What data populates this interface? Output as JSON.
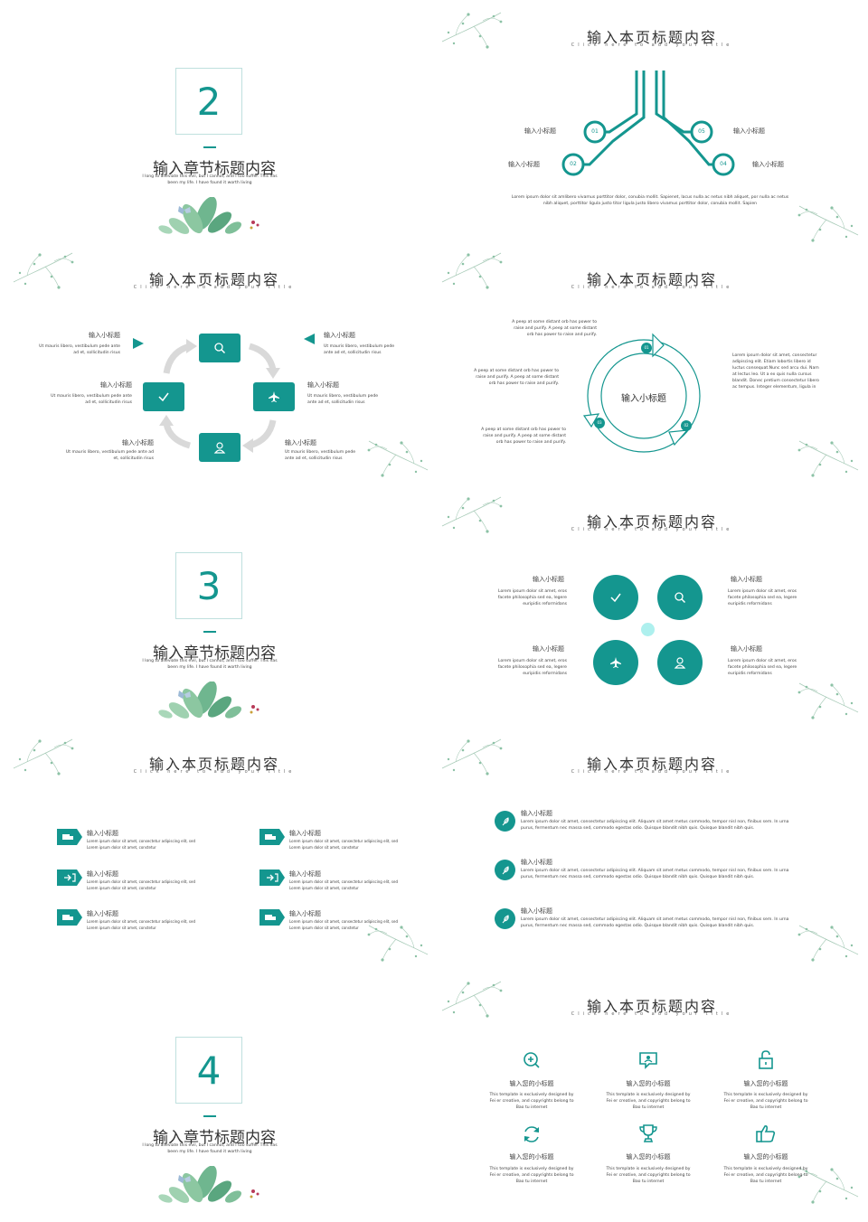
{
  "colors": {
    "accent": "#14968f",
    "leaf": "#7fbfa4",
    "bg": "#ffffff"
  },
  "slide_title": "输入本页标题内容",
  "slide_subtitle": "Click here to add your title",
  "subheading": "输入小标题",
  "chapter": {
    "title": "输入章节标题内容",
    "desc": "I long to alleviate this evil, but I cannot, and I too suffer. This has been my life. I have found it worth living",
    "numbers": [
      "2",
      "3",
      "4"
    ]
  },
  "circuit": {
    "nodes": [
      "01",
      "02",
      "05",
      "04"
    ],
    "body": "Lorem ipsum dolor sit amlibero vivamus porttitor dolor, conubia mollit. Sapienet, lacus nulla ac netus nibh aliquet, por nulla ac netus nibh aliquet, porttitor ligula justo titor ligula justo libero vivamus porttitor dolor, conubia mollit. Sapien"
  },
  "cycle4": {
    "items": [
      {
        "label": "输入小标题",
        "text": "Ut mauris libero, vestibulum pede ante ad et, sollicitudin risus"
      },
      {
        "label": "输入小标题",
        "text": "Ut mauris libero, vestibulum pede ante ad et, sollicitudin risus"
      },
      {
        "label": "输入小标题",
        "text": "Ut mauris libero, vestibulum pede ante ad et, sollicitudin risus"
      },
      {
        "label": "输入小标题",
        "text": "Ut mauris libero, vestibulum pede ante ad et, sollicitudin risus"
      },
      {
        "label": "输入小标题",
        "text": "Ut mauris libero, vestibulum pede ante ad et, sollicitudin risus"
      },
      {
        "label": "输入小标题",
        "text": "Ut mauris libero, vestibulum pede ante ad et, sollicitudin risus"
      }
    ],
    "icons": [
      "search-icon",
      "check-icon",
      "plane-icon",
      "user-icon"
    ]
  },
  "cycle3": {
    "center": "输入小标题",
    "nodes": [
      "01",
      "02",
      "03"
    ],
    "left": [
      "A peep at some distant orb has power to raise and purify. A peep at some distant orb has power to raise and purify.",
      "A peep at some distant orb has power to raise and purify. A peep at some distant orb has power to raise and purify.",
      "A peep at some distant orb has power to raise and purify. A peep at some distant orb has power to raise and purify."
    ],
    "right": "Lorem ipsum dolor sit amet, consectetur adipiscing elit. Etiam lobortis libero id luctus consequat.Nunc sed arcu dui. Nam at lectus leo. Ut a ex quis nulla cursus blandit. Donec pretium consectetur libero ac tempus. Integer elementum, ligula in"
  },
  "circles4": {
    "label": "输入小标题",
    "text": "Lorem ipsum dolor sit amet, eros facete philosophia sed ea, legere euripidis reformidans"
  },
  "tags6": {
    "label": "输入小标题",
    "line1": "Lorem ipsum dolor sit amet, consectetur adipiscing elit, sed",
    "line2": "Lorem ipsum dolor sit amet, constetur"
  },
  "list3": {
    "label": "输入小标题",
    "text": "Lorem ipsum dolor sit amet, consectetur adipiscing elit. Aliquam sit amet metus commodo, tempor nisl non, finibus sem. In urna purus, fermentum nec massa sed, commodo egestas odio. Quisque blandit nibh quis. Quisque blandit nibh quis."
  },
  "icons6": {
    "label": "输入您的小标题",
    "text": "This template is exclusively designed by Fei er creative, and copyrights belong to Bao tu internet",
    "icons": [
      "zoom-in-icon",
      "chat-icon",
      "unlock-icon",
      "refresh-icon",
      "trophy-icon",
      "thumbs-up-icon"
    ]
  }
}
